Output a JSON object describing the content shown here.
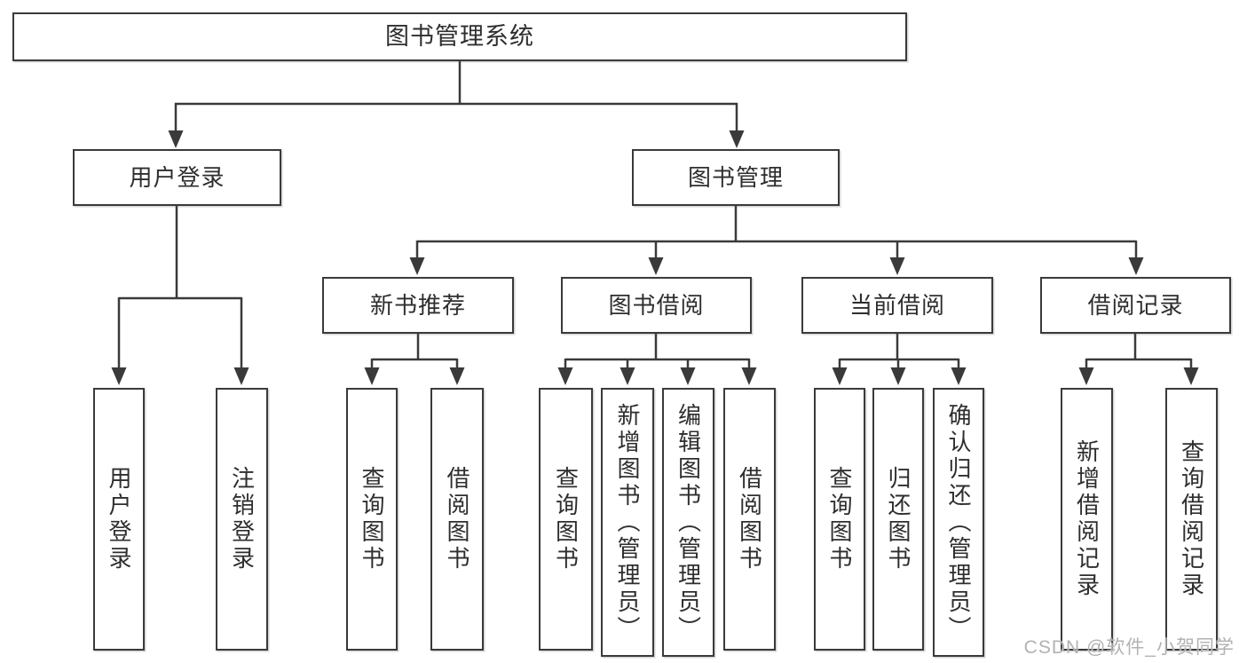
{
  "tree": {
    "label": "图书管理系统",
    "children": [
      {
        "label": "用户登录",
        "children": [
          {
            "label": "用户登录"
          },
          {
            "label": "注销登录"
          }
        ]
      },
      {
        "label": "图书管理",
        "children": [
          {
            "label": "新书推荐",
            "children": [
              {
                "label": "查询图书"
              },
              {
                "label": "借阅图书"
              }
            ]
          },
          {
            "label": "图书借阅",
            "children": [
              {
                "label": "查询图书"
              },
              {
                "label": "新增图书（管理员）"
              },
              {
                "label": "编辑图书（管理员）"
              },
              {
                "label": "借阅图书"
              }
            ]
          },
          {
            "label": "当前借阅",
            "children": [
              {
                "label": "查询图书"
              },
              {
                "label": "归还图书"
              },
              {
                "label": "确认归还（管理员）"
              }
            ]
          },
          {
            "label": "借阅记录",
            "children": [
              {
                "label": "新增借阅记录"
              },
              {
                "label": "查询借阅记录"
              }
            ]
          }
        ]
      }
    ]
  },
  "watermark": {
    "text": "CSDN @软件_小贺同学"
  },
  "colors": {
    "line": "#3a3a3a",
    "text": "#2e2e2e",
    "watermark": "#b2b2b2",
    "background": "#ffffff"
  }
}
